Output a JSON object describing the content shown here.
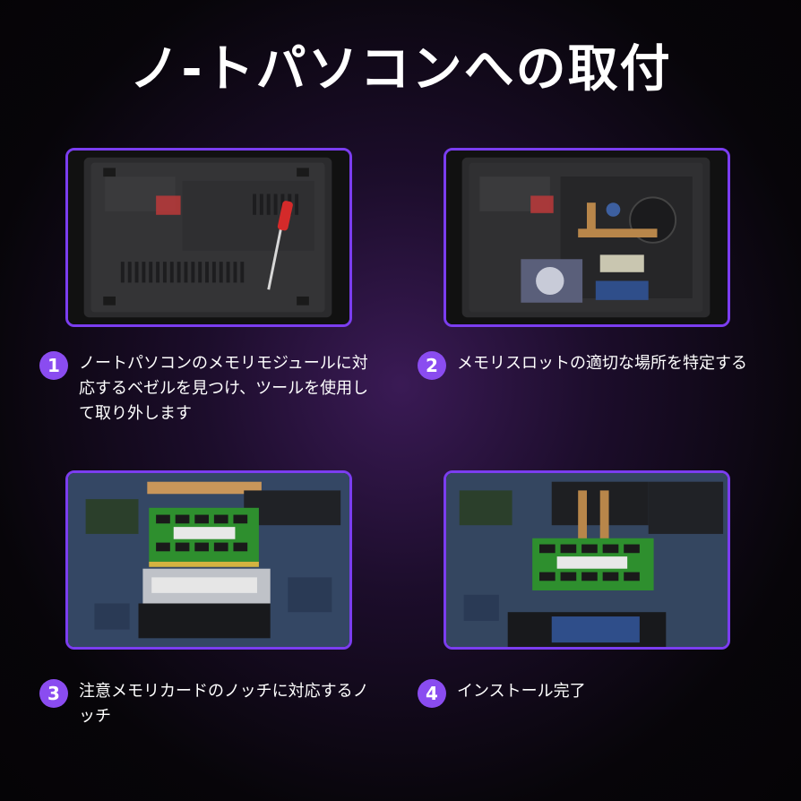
{
  "title": "ノ-トパソコンへの取付",
  "steps": [
    {
      "number": "1",
      "text": "ノートパソコンのメモリモジュールに対応するベゼルを見つけ、ツールを使用して取り外します"
    },
    {
      "number": "2",
      "text": "メモリスロットの適切な場所を特定する"
    },
    {
      "number": "3",
      "text": "注意メモリカードのノッチに対応するノッチ"
    },
    {
      "number": "4",
      "text": "インストール完了"
    }
  ],
  "colors": {
    "accent": "#8a4cf0",
    "panel_border": "#7b3df0",
    "pcb_green": "#2e8f2e",
    "board_blue": "#3d5f8f"
  }
}
